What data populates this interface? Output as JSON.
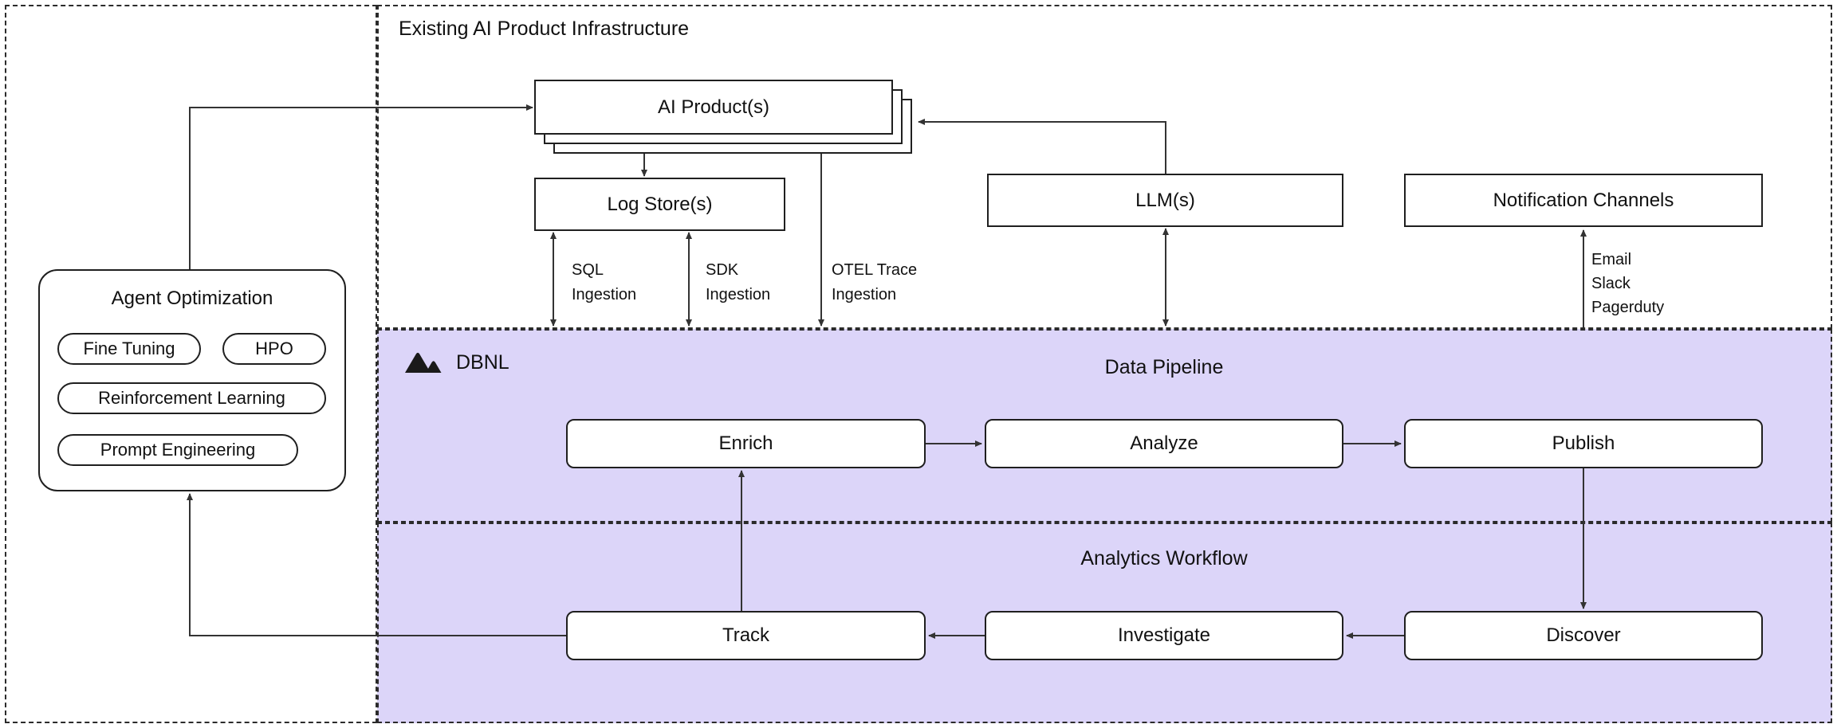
{
  "colors": {
    "section_fill": "#DCD5F9",
    "line": "#333333",
    "node_border": "#1F1F1F",
    "text": "#111111",
    "node_fill": "#FFFFFF"
  },
  "panels": {
    "infrastructure": {
      "title": "Existing AI Product Infrastructure"
    },
    "data_pipeline": {
      "title": "Data Pipeline",
      "brand": "DBNL"
    },
    "analytics_workflow": {
      "title": "Analytics Workflow"
    }
  },
  "nodes": {
    "ai_product": "AI Product(s)",
    "log_store": "Log Store(s)",
    "llm": "LLM(s)",
    "notification_channels": "Notification Channels",
    "enrich": "Enrich",
    "analyze": "Analyze",
    "publish": "Publish",
    "track": "Track",
    "investigate": "Investigate",
    "discover": "Discover"
  },
  "agent_optimization": {
    "title": "Agent Optimization",
    "items": [
      "Fine Tuning",
      "HPO",
      "Reinforcement Learning",
      "Prompt Engineering"
    ]
  },
  "edge_labels": {
    "sql_ingestion": "SQL\nIngestion",
    "sdk_ingestion": "SDK\nIngestion",
    "otel_ingestion": "OTEL Trace\nIngestion",
    "notification_channels": "Email\nSlack\nPagerduty"
  }
}
